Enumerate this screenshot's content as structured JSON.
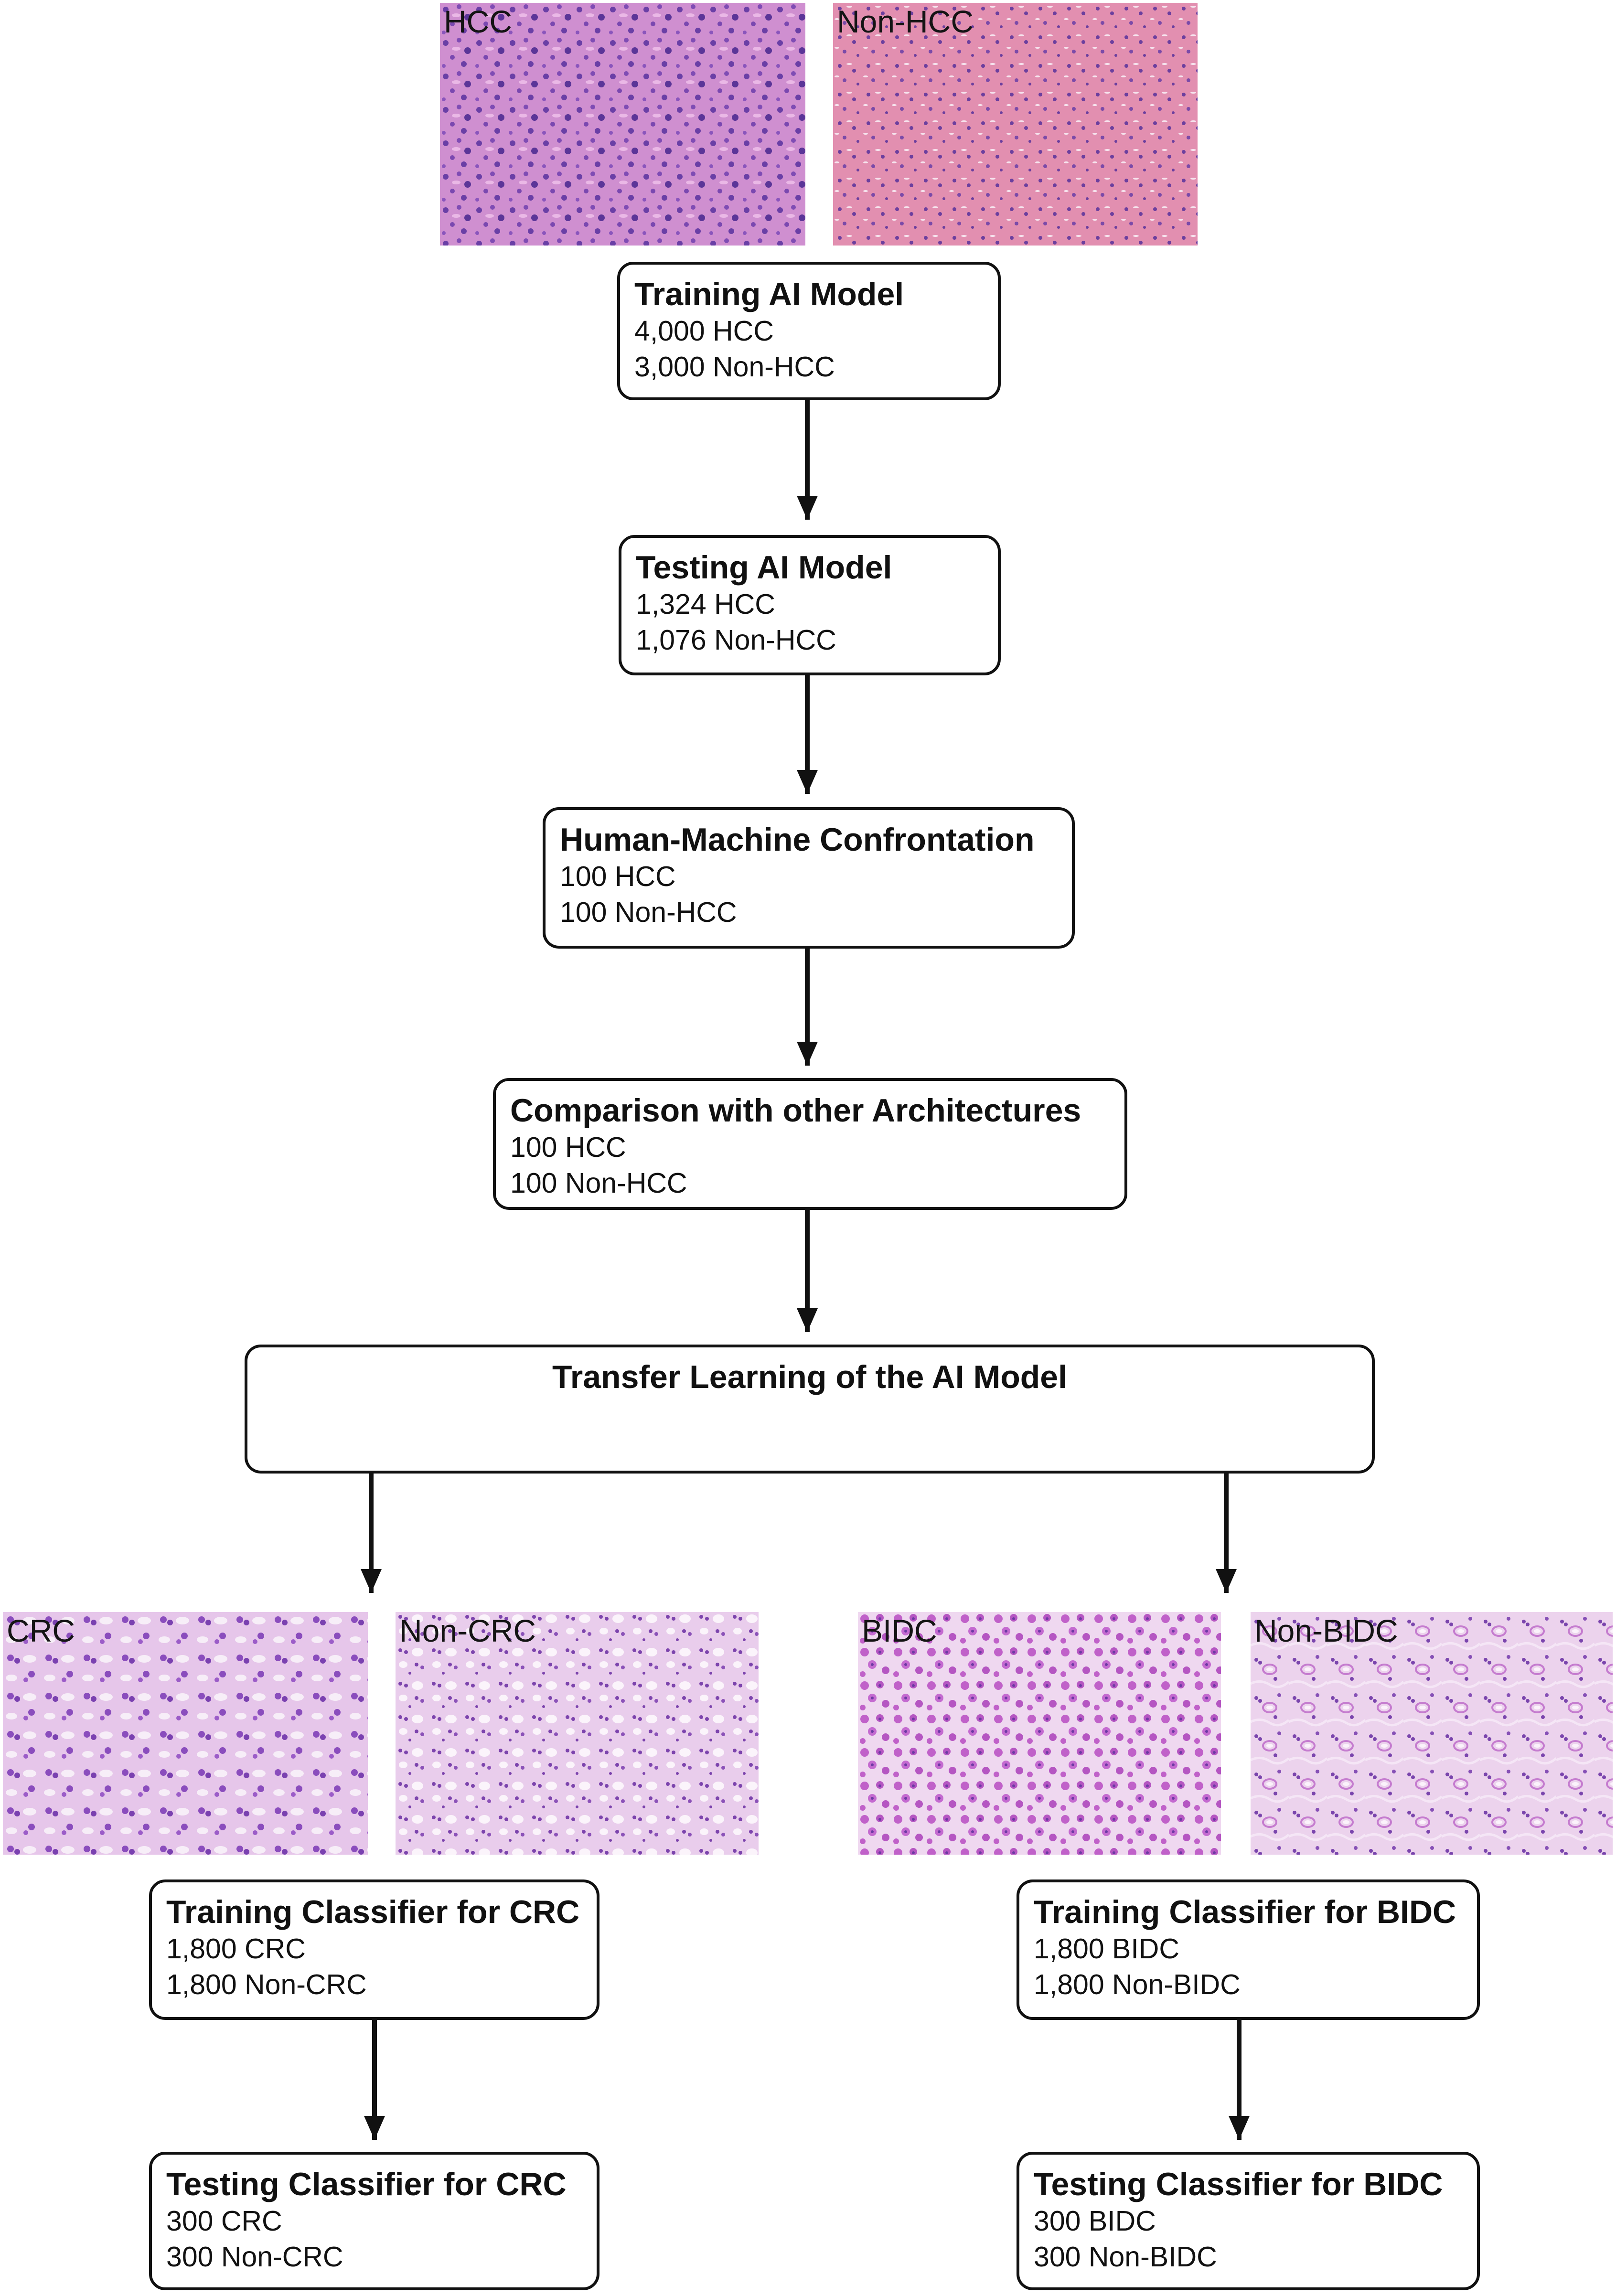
{
  "top_tiles": [
    {
      "label": "HCC"
    },
    {
      "label": "Non-HCC"
    }
  ],
  "boxes": {
    "training": {
      "title": "Training AI Model",
      "lines": [
        "4,000 HCC",
        "3,000 Non-HCC"
      ]
    },
    "testing": {
      "title": "Testing AI Model",
      "lines": [
        "1,324 HCC",
        "1,076 Non-HCC"
      ]
    },
    "confrontation": {
      "title": "Human-Machine Confrontation",
      "lines": [
        "100 HCC",
        "100 Non-HCC"
      ]
    },
    "comparison": {
      "title": "Comparison with other Architectures",
      "lines": [
        "100 HCC",
        "100 Non-HCC"
      ]
    },
    "transfer": {
      "title": "Transfer Learning of the AI Model"
    },
    "crc_train": {
      "title": "Training Classifier for CRC",
      "lines": [
        "1,800 CRC",
        "1,800 Non-CRC"
      ]
    },
    "crc_test": {
      "title": "Testing Classifier for CRC",
      "lines": [
        "300 CRC",
        "300 Non-CRC"
      ]
    },
    "bidc_train": {
      "title": "Training Classifier for BIDC",
      "lines": [
        "1,800 BIDC",
        "1,800 Non-BIDC"
      ]
    },
    "bidc_test": {
      "title": "Testing Classifier for BIDC",
      "lines": [
        "300 BIDC",
        "300 Non-BIDC"
      ]
    }
  },
  "bottom_tiles": [
    {
      "label": "CRC"
    },
    {
      "label": "Non-CRC"
    },
    {
      "label": "BIDC"
    },
    {
      "label": "Non-BIDC"
    }
  ]
}
